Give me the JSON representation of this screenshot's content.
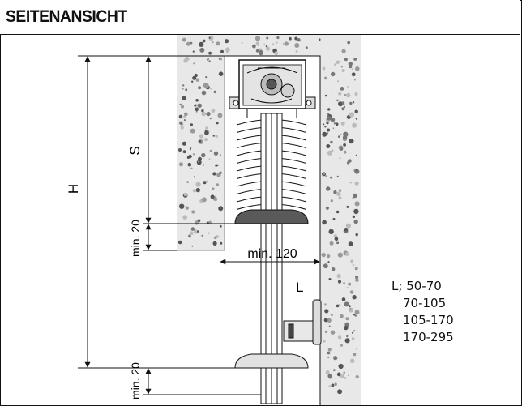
{
  "title": "SEITENANSICHT",
  "dimensions": {
    "h_label": "H",
    "s_label": "S",
    "min20_top": "min. 20",
    "min20_bottom": "min. 20",
    "min120": "min. 120",
    "l_label": "L"
  },
  "l_table": {
    "prefix": "L;",
    "ranges": [
      "50-70",
      "70-105",
      "105-170",
      "170-295"
    ]
  },
  "colors": {
    "wall": "#e6e6e6",
    "line": "#111111",
    "endcap_top": "#5a5a5a",
    "endcap_bottom": "#dddddd"
  }
}
